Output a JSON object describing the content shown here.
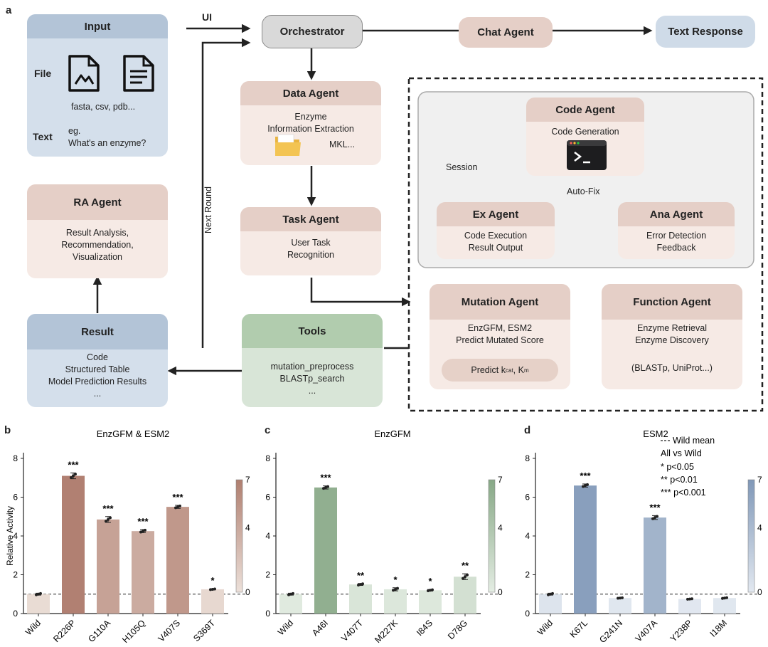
{
  "panel_labels": {
    "a": "a",
    "b": "b",
    "c": "c",
    "d": "d"
  },
  "diagram": {
    "input": {
      "title": "Input",
      "file_label": "File",
      "file_types": "fasta, csv, pdb...",
      "text_label": "Text",
      "example_line1": "eg.",
      "example_line2": "What's an enzyme?"
    },
    "ui_label": "UI",
    "orchestrator": "Orchestrator",
    "chat_agent": "Chat Agent",
    "text_response": "Text Response",
    "data_agent": {
      "title": "Data Agent",
      "line1": "Enzyme",
      "line2": "Information Extraction",
      "output": "MKL..."
    },
    "task_agent": {
      "title": "Task Agent",
      "line1": "User Task",
      "line2": "Recognition"
    },
    "next_round": "Next Round",
    "ra_agent": {
      "title": "RA Agent",
      "line1": "Result Analysis,",
      "line2": "Recommendation,",
      "line3": "Visualization"
    },
    "result": {
      "title": "Result",
      "line1": "Code",
      "line2": "Structured Table",
      "line3": "Model Prediction Results",
      "line4": "..."
    },
    "tools": {
      "title": "Tools",
      "line1": "mutation_preprocess",
      "line2": "BLASTp_search",
      "line3": "..."
    },
    "code_agent": {
      "title": "Code Agent",
      "line1": "Code Generation"
    },
    "session": "Session",
    "auto_fix": "Auto-Fix",
    "ex_agent": {
      "title": "Ex Agent",
      "line1": "Code Execution",
      "line2": "Result Output"
    },
    "ana_agent": {
      "title": "Ana Agent",
      "line1": "Error Detection",
      "line2": "Feedback"
    },
    "mutation_agent": {
      "title": "Mutation Agent",
      "line1": "EnzGFM, ESM2",
      "line2": "Predict Mutated Score",
      "pill": "Predict k",
      "pill_sub1": "cat",
      "pill_mid": ", K",
      "pill_sub2": "m"
    },
    "function_agent": {
      "title": "Function Agent",
      "line1": "Enzyme Retrieval",
      "line2": "Enzyme Discovery",
      "line3": "(BLASTp, UniProt...)"
    }
  },
  "chart_data": [
    {
      "type": "bar",
      "title": "EnzGFM & ESM2",
      "ylabel": "Relative Activity",
      "ylim": [
        0,
        8
      ],
      "yticks": [
        0,
        2,
        4,
        6,
        8
      ],
      "categories": [
        "Wild",
        "R226P",
        "G110A",
        "H105Q",
        "V407S",
        "S369T"
      ],
      "values": [
        1.0,
        7.1,
        4.85,
        4.25,
        5.5,
        1.25
      ],
      "errors": [
        0.05,
        0.15,
        0.15,
        0.08,
        0.08,
        0.03
      ],
      "significance": [
        "",
        "***",
        "***",
        "***",
        "***",
        "*"
      ],
      "colorbar": {
        "ticks": [
          0,
          4,
          7
        ],
        "low": "#ece0d9",
        "high": "#b07f70"
      },
      "wild_mean": 1.0
    },
    {
      "type": "bar",
      "title": "EnzGFM",
      "ylim": [
        0,
        8
      ],
      "yticks": [
        0,
        2,
        4,
        6,
        8
      ],
      "categories": [
        "Wild",
        "A46I",
        "V407T",
        "M227K",
        "I84S",
        "D78G"
      ],
      "values": [
        1.0,
        6.5,
        1.5,
        1.25,
        1.2,
        1.9
      ],
      "errors": [
        0.05,
        0.08,
        0.05,
        0.08,
        0.04,
        0.15
      ],
      "significance": [
        "",
        "***",
        "**",
        "*",
        "*",
        "**"
      ],
      "colorbar": {
        "ticks": [
          0,
          4,
          7
        ],
        "low": "#e4ede3",
        "high": "#87a886"
      },
      "wild_mean": 1.0
    },
    {
      "type": "bar",
      "title": "ESM2",
      "ylim": [
        0,
        8
      ],
      "yticks": [
        0,
        2,
        4,
        6,
        8
      ],
      "categories": [
        "Wild",
        "K67L",
        "G241N",
        "V407A",
        "Y238P",
        "I18M"
      ],
      "values": [
        1.0,
        6.6,
        0.8,
        4.95,
        0.75,
        0.8
      ],
      "errors": [
        0.05,
        0.08,
        0.02,
        0.1,
        0.02,
        0.03
      ],
      "significance": [
        "",
        "***",
        "",
        "***",
        "",
        ""
      ],
      "colorbar": {
        "ticks": [
          0,
          4,
          7
        ],
        "low": "#e2e8f0",
        "high": "#8098b8"
      },
      "wild_mean": 1.0,
      "legend": {
        "line": "Wild mean",
        "header": "All vs Wild",
        "items": [
          "*  p<0.05",
          "**  p<0.01",
          "***  p<0.001"
        ]
      }
    }
  ],
  "colors": {
    "arrow": "#222222",
    "dashed_border": "#222222"
  }
}
